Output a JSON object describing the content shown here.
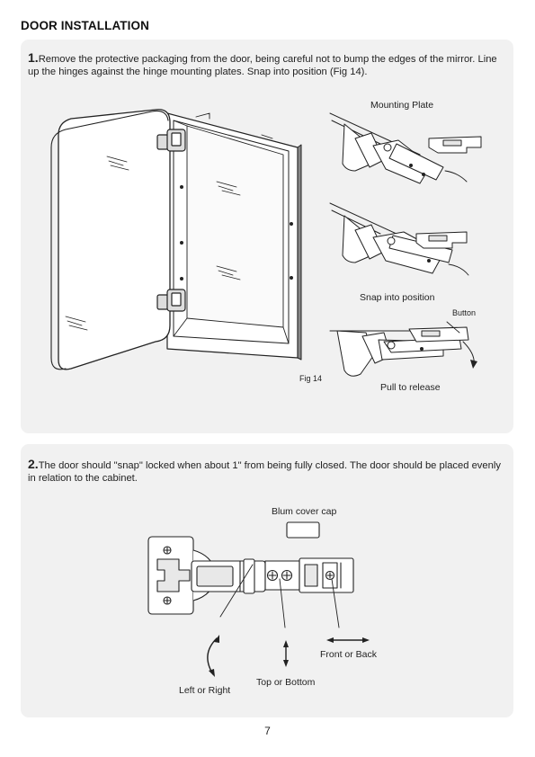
{
  "heading": "DOOR INSTALLATION",
  "step1": {
    "number": "1.",
    "text": "Remove the protective packaging from the door, being careful not to bump the edges of the mirror. Line up the hinges against the hinge mounting plates. Snap into position (Fig 14).",
    "labels": {
      "mounting_plate": "Mounting Plate",
      "snap_into_position": "Snap into position",
      "button": "Button",
      "pull_to_release": "Pull to release",
      "fig_caption": "Fig 14"
    }
  },
  "step2": {
    "number": "2.",
    "text": "The door should \"snap\" locked when about 1\" from being fully closed. The door should be placed evenly in relation to the cabinet.",
    "labels": {
      "blum_cover_cap": "Blum cover cap",
      "front_or_back": "Front or Back",
      "top_or_bottom": "Top or Bottom",
      "left_or_right": "Left or Right"
    }
  },
  "page_number": "7"
}
